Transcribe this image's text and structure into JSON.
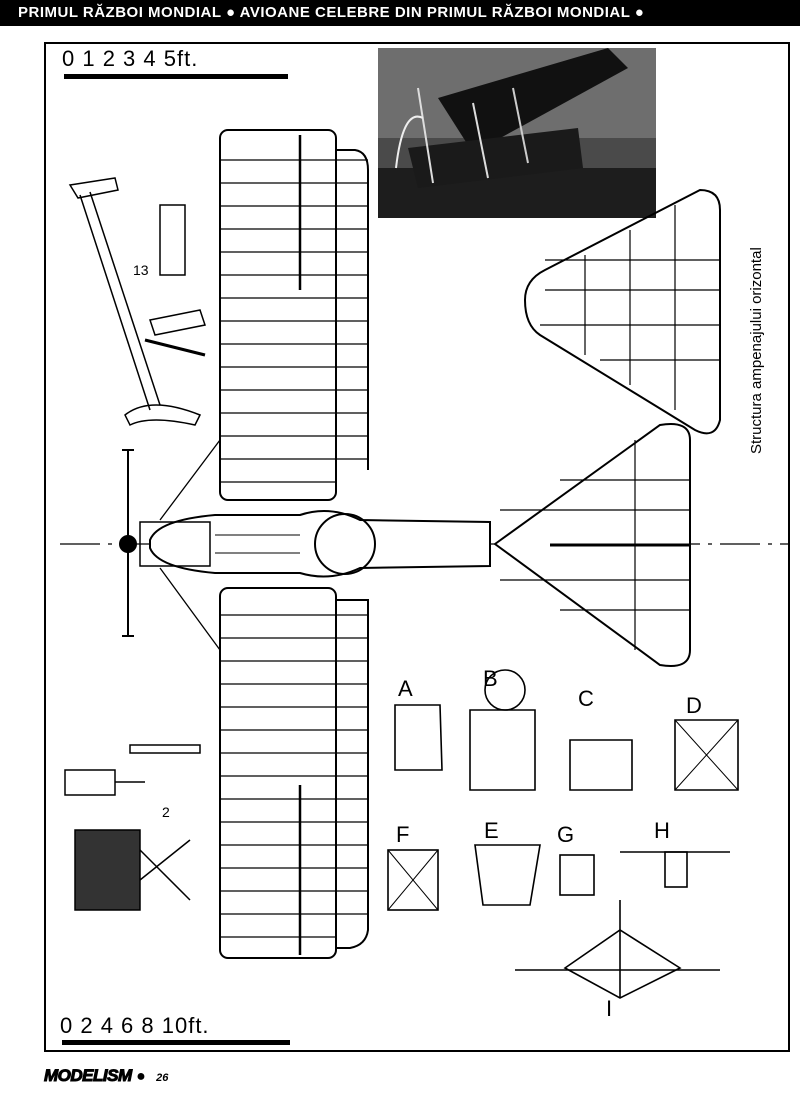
{
  "header": {
    "banner": "PRIMUL RĂZBOI MONDIAL ● AVIOANE CELEBRE DIN PRIMUL RĂZBOI MONDIAL ●"
  },
  "scale_top": {
    "text": "0  1  2  3  4  5ft."
  },
  "scale_bottom": {
    "text": "0  2  4  6  8  10ft."
  },
  "tail_caption": "Structura ampenajului orizontal",
  "part_labels": {
    "strut": "13",
    "radiator": "2"
  },
  "section_labels": [
    "A",
    "B",
    "C",
    "D",
    "F",
    "E",
    "G",
    "H",
    "I"
  ],
  "footer": {
    "magazine": "MODELISM",
    "page": "26"
  }
}
